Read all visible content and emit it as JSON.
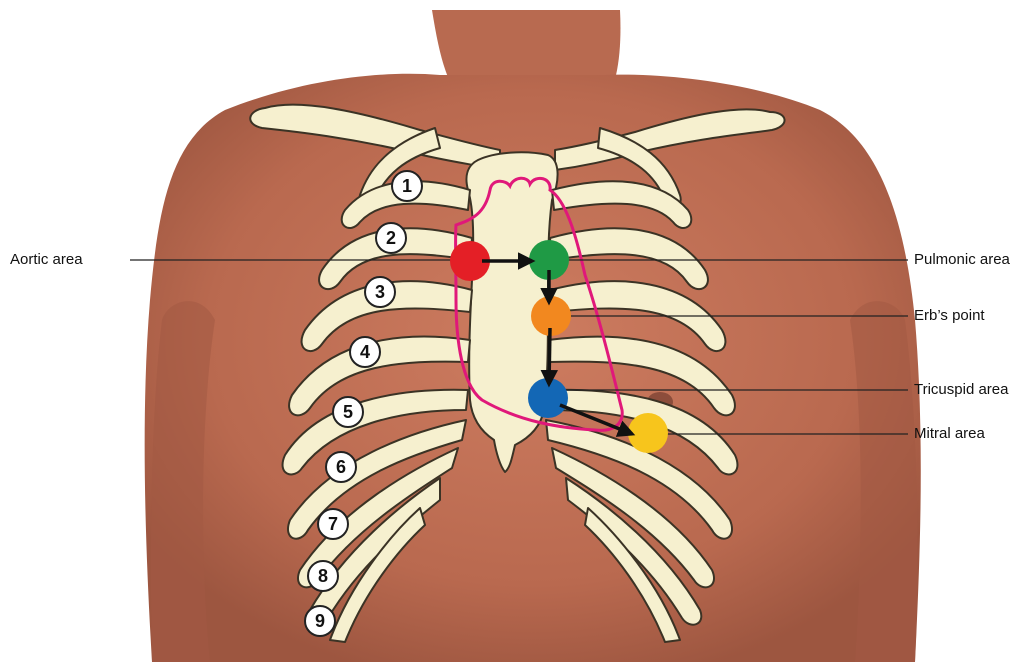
{
  "labels": {
    "aortic": "Aortic area",
    "pulmonic": "Pulmonic area",
    "erbs": "Erb’s point",
    "tricuspid": "Tricuspid area",
    "mitral": "Mitral area"
  },
  "rib_numbers": [
    "1",
    "2",
    "3",
    "4",
    "5",
    "6",
    "7",
    "8",
    "9"
  ],
  "colors": {
    "aortic": "#e41f26",
    "pulmonic": "#1f9a45",
    "erbs": "#f2881f",
    "tricuspid": "#1367b5",
    "mitral": "#f7c51c",
    "heart_outline": "#e0187a",
    "bone": "#f6f0cf",
    "skin": "#c47358"
  },
  "icons": [
    "torso-photo",
    "rib-cage-skeleton",
    "heart-outline",
    "auscultation-dots",
    "sequence-arrows"
  ]
}
